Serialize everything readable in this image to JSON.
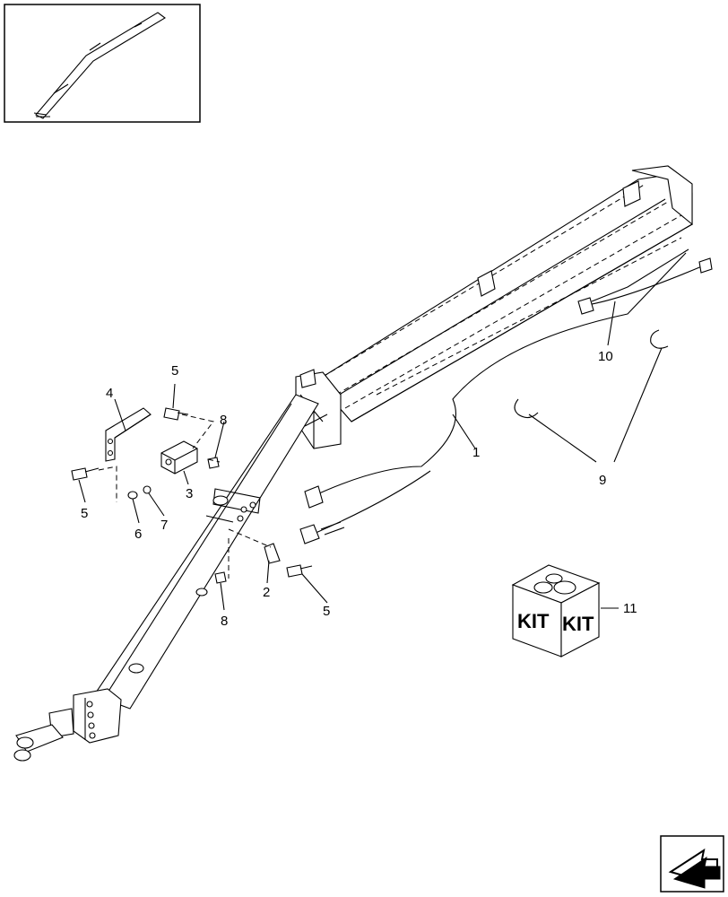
{
  "callouts": {
    "c1": "1",
    "c2": "2",
    "c3": "3",
    "c4": "4",
    "c5a": "5",
    "c5b": "5",
    "c5c": "5",
    "c6": "6",
    "c7": "7",
    "c8a": "8",
    "c8b": "8",
    "c9": "9",
    "c10": "10",
    "c11": "11"
  },
  "kit": {
    "left": "KIT",
    "right": "KIT"
  },
  "icons": {
    "nav": "next-page-arrow-icon",
    "locator": "locator-thumbnail"
  },
  "colors": {
    "line": "#000000",
    "background": "#ffffff"
  }
}
